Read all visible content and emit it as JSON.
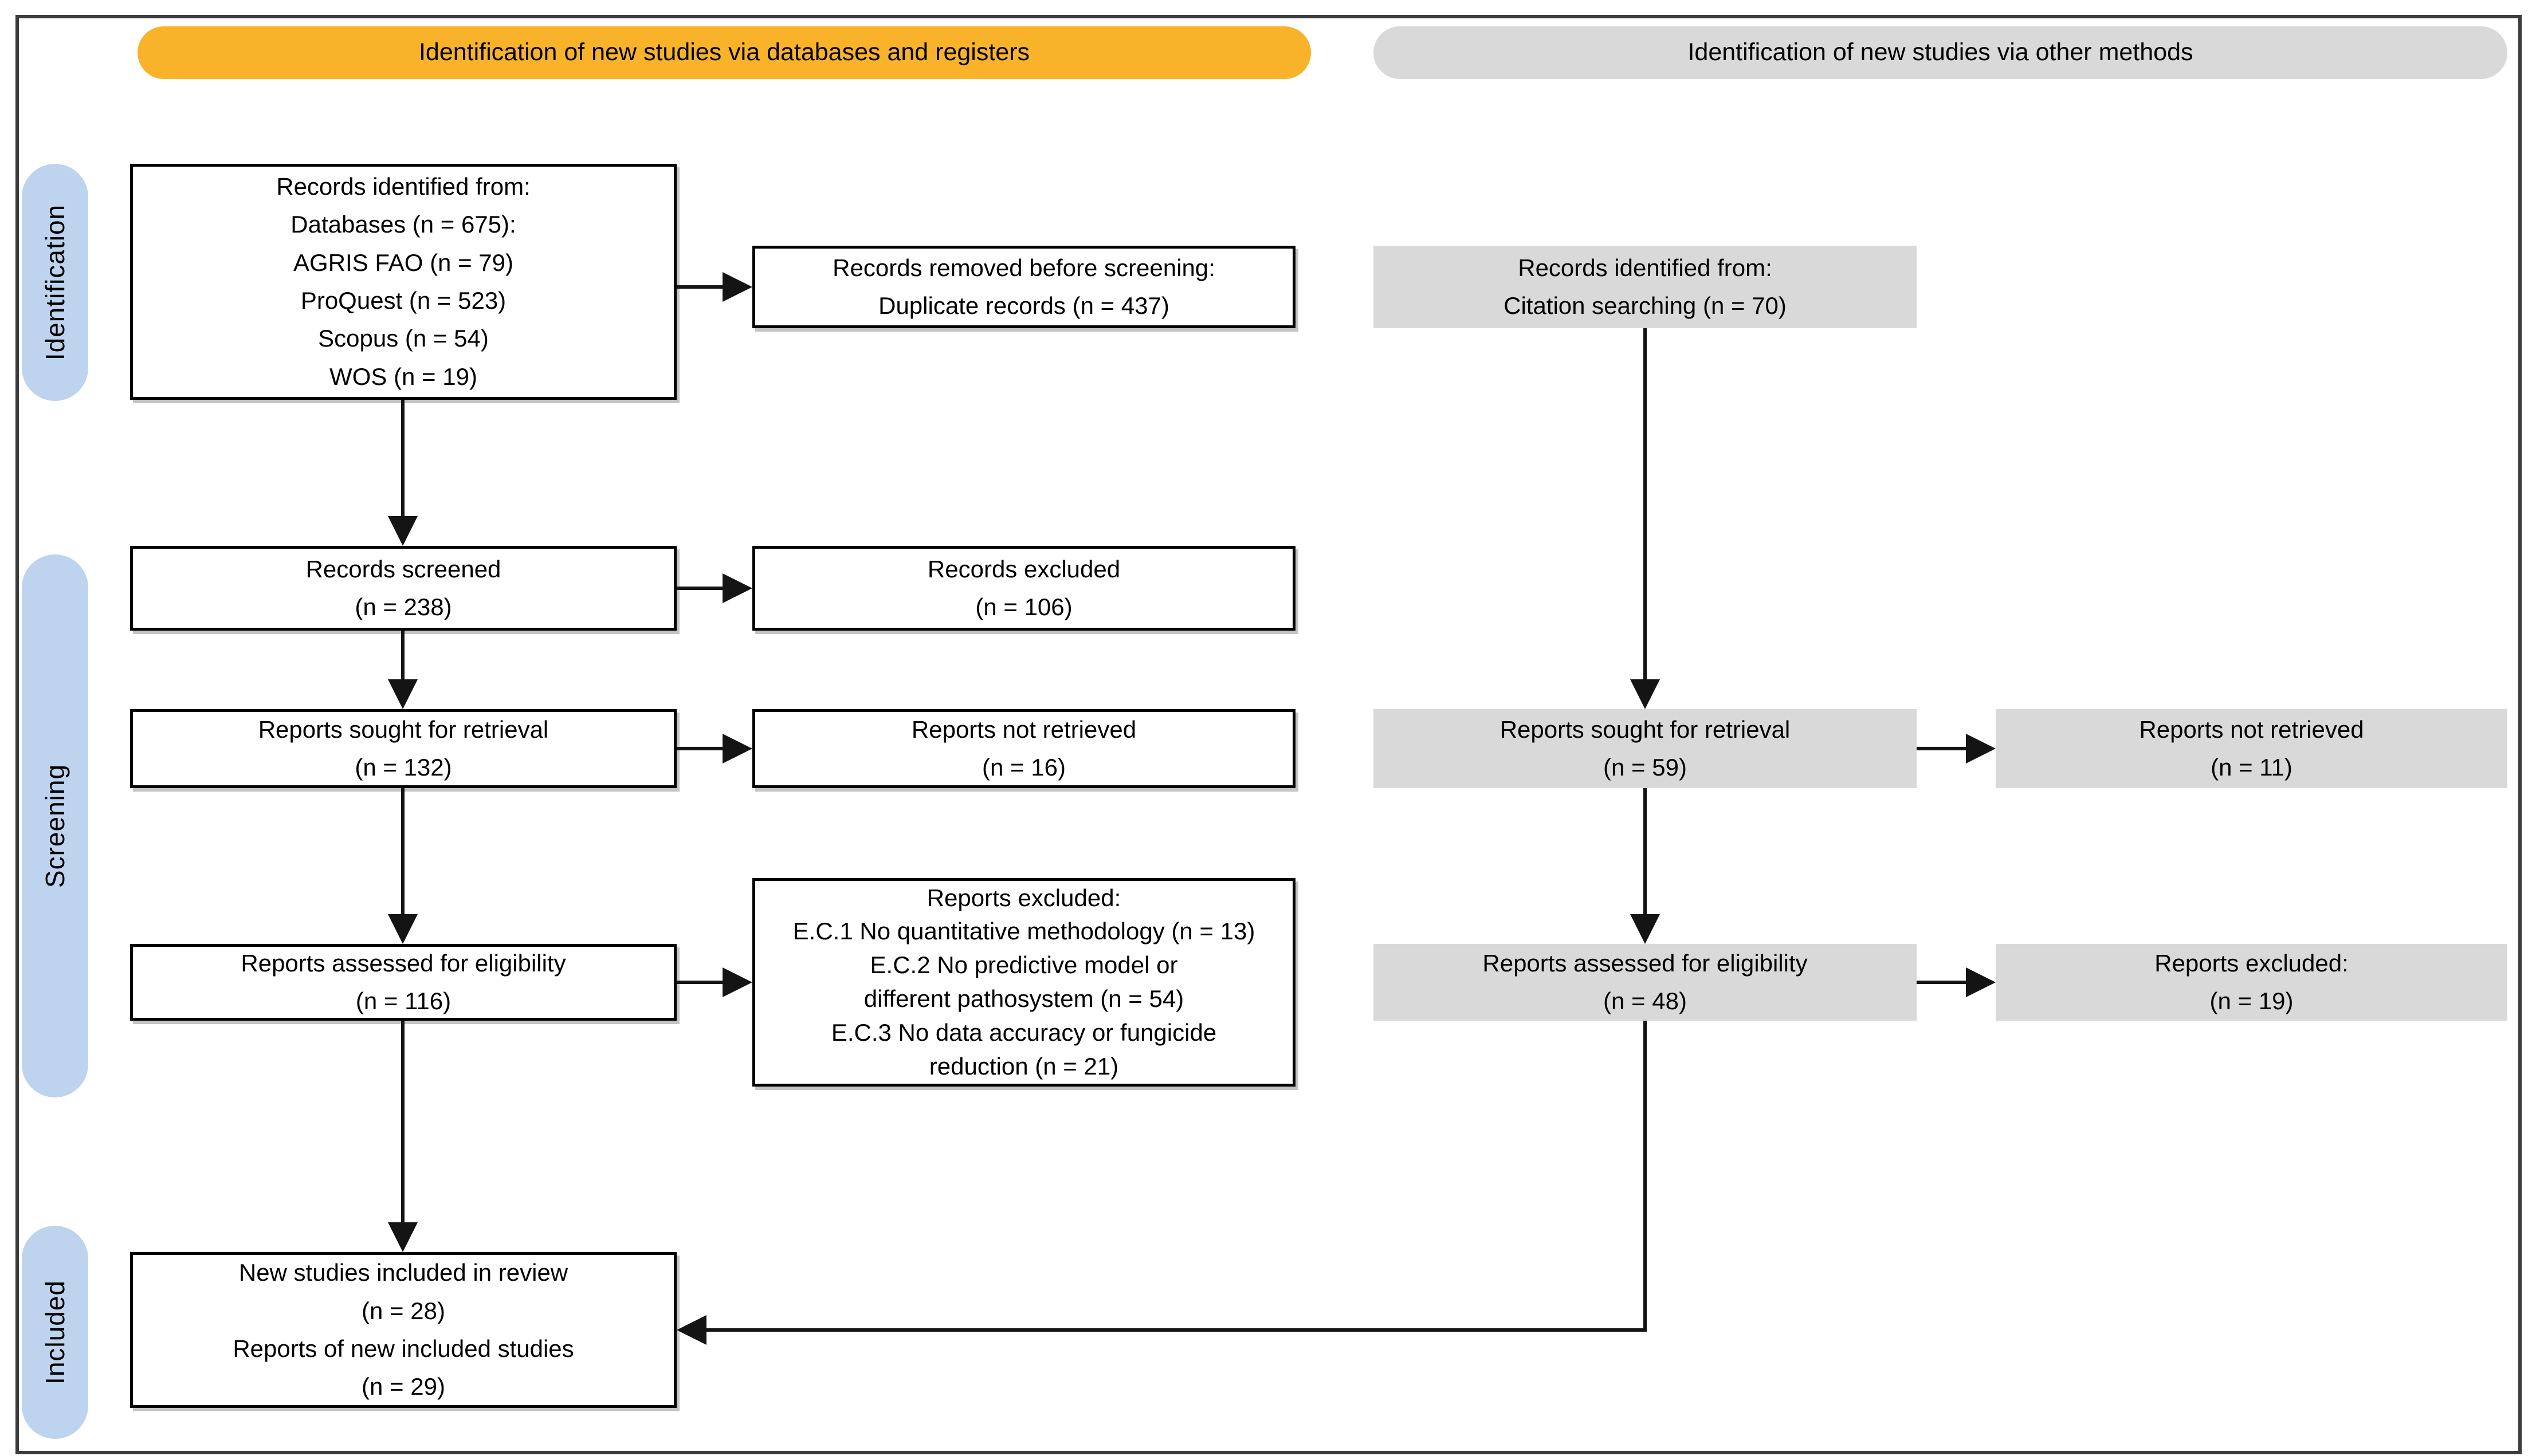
{
  "headers": {
    "left": "Identification of new studies via databases and registers",
    "right": "Identification of new studies via other methods"
  },
  "stages": {
    "identification": "Identification",
    "screening": "Screening",
    "included": "Included"
  },
  "nodes": {
    "records_identified_db": "Records identified from:\nDatabases (n = 675):\nAGRIS FAO (n = 79)\nProQuest (n = 523)\nScopus (n = 54)\nWOS (n = 19)",
    "records_removed": "Records removed before screening:\nDuplicate records (n = 437)",
    "records_screened": "Records screened\n(n = 238)",
    "records_excluded": "Records excluded\n(n = 106)",
    "reports_sought_db": "Reports sought for retrieval\n(n = 132)",
    "reports_not_retrieved_db": "Reports not retrieved\n(n = 16)",
    "reports_assessed_db": "Reports assessed for eligibility\n(n = 116)",
    "reports_excluded_db": "Reports excluded:\nE.C.1 No quantitative methodology (n = 13)\nE.C.2 No predictive model or\ndifferent pathosystem (n = 54)\nE.C.3 No data accuracy or fungicide\nreduction (n = 21)",
    "included_studies": "New studies included in review\n(n = 28)\nReports of new included studies\n(n = 29)",
    "records_identified_other": "Records identified from:\nCitation searching (n = 70)",
    "reports_sought_other": "Reports sought for retrieval\n(n = 59)",
    "reports_not_retrieved_other": "Reports not retrieved\n(n = 11)",
    "reports_assessed_other": "Reports assessed for eligibility\n(n = 48)",
    "reports_excluded_other": "Reports excluded:\n(n = 19)"
  },
  "colors": {
    "header_left_bg": "#F9B32B",
    "header_right_bg": "#D9D9D9",
    "stage_bg": "#BDD3EE",
    "node_white_bg": "#FFFFFF",
    "node_gray_bg": "#D9D9D9",
    "line_color": "#141414",
    "border_color": "#000000",
    "frame_color": "#3C3C3C",
    "text_color": "#000000"
  }
}
